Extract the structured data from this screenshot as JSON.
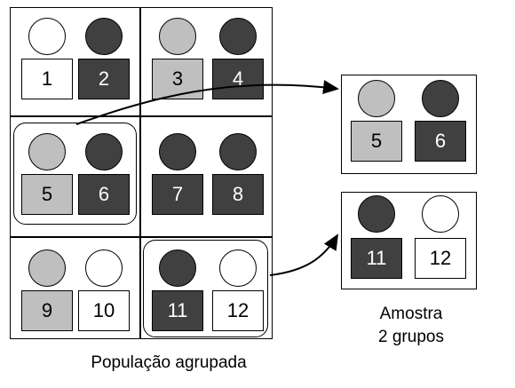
{
  "colors": {
    "white": "#ffffff",
    "light_gray": "#bfbfbf",
    "dark_gray": "#404040"
  },
  "population": {
    "caption": "População agrupada",
    "items": [
      {
        "label": "1",
        "shade": "white"
      },
      {
        "label": "2",
        "shade": "dark"
      },
      {
        "label": "3",
        "shade": "light"
      },
      {
        "label": "4",
        "shade": "dark"
      },
      {
        "label": "5",
        "shade": "light"
      },
      {
        "label": "6",
        "shade": "dark"
      },
      {
        "label": "7",
        "shade": "dark"
      },
      {
        "label": "8",
        "shade": "dark"
      },
      {
        "label": "9",
        "shade": "light"
      },
      {
        "label": "10",
        "shade": "white"
      },
      {
        "label": "11",
        "shade": "dark"
      },
      {
        "label": "12",
        "shade": "white"
      }
    ]
  },
  "sample": {
    "caption_line1": "Amostra",
    "caption_line2": "2 grupos",
    "groups": [
      [
        {
          "label": "5",
          "shade": "light"
        },
        {
          "label": "6",
          "shade": "dark"
        }
      ],
      [
        {
          "label": "11",
          "shade": "dark"
        },
        {
          "label": "12",
          "shade": "white"
        }
      ]
    ]
  }
}
